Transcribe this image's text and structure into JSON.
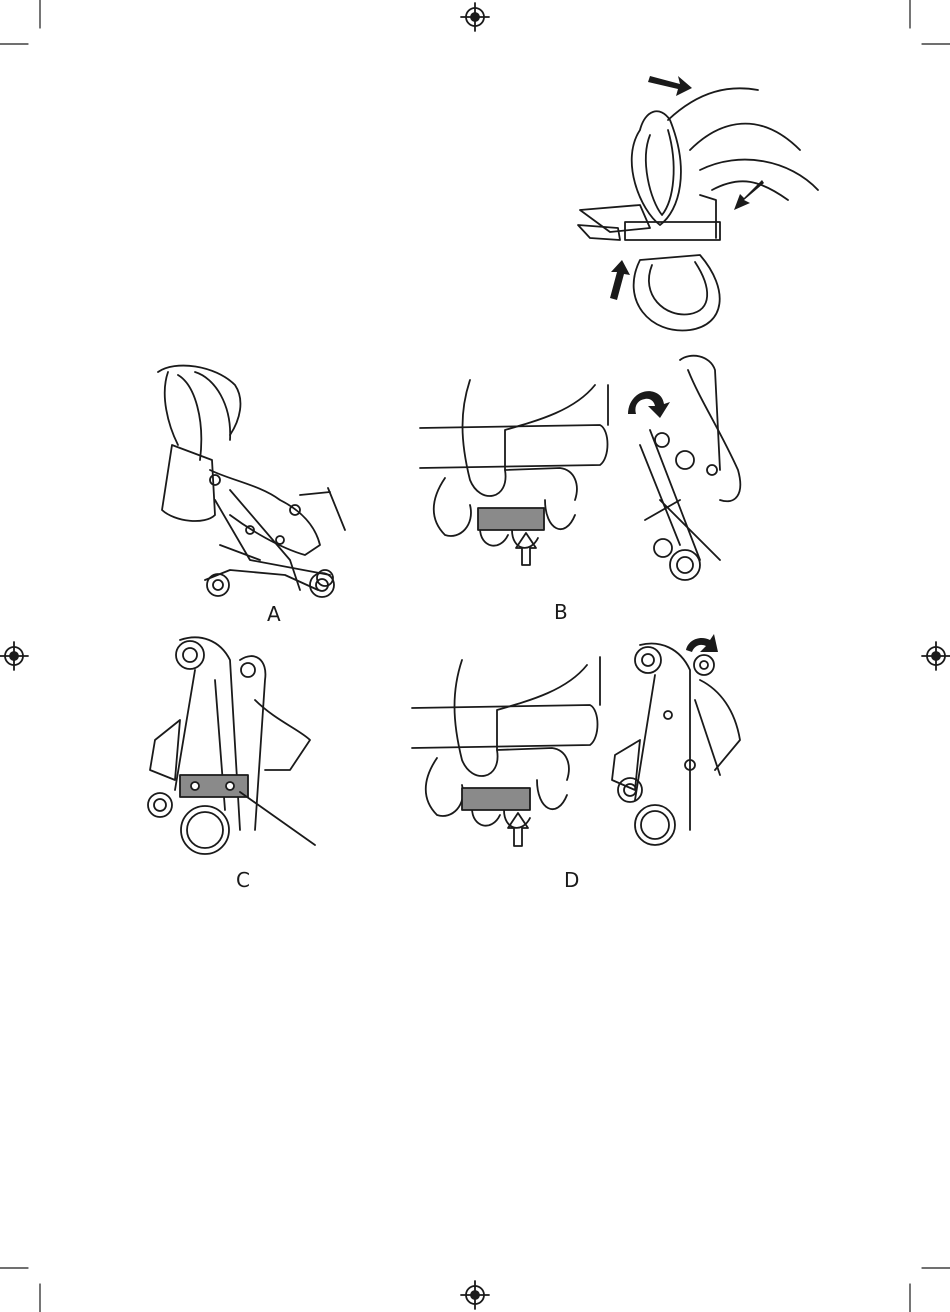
{
  "figures": {
    "a": {
      "label": "A"
    },
    "b": {
      "label": "B"
    },
    "c": {
      "label": "C"
    },
    "d": {
      "label": "D"
    }
  }
}
